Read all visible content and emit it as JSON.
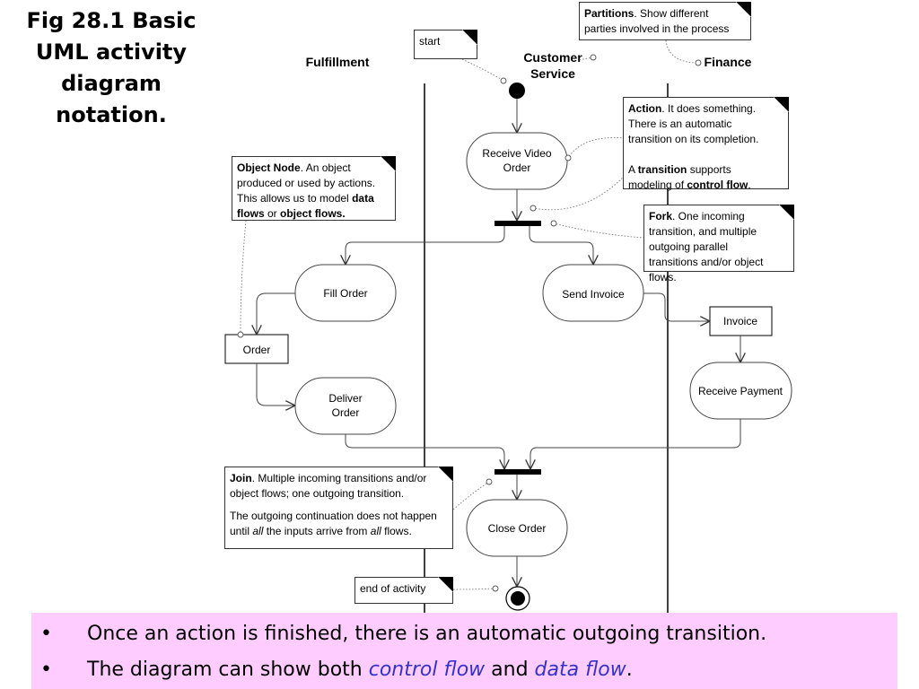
{
  "title": "Fig 28.1 Basic UML activity diagram notation.",
  "partitions": {
    "fulfillment": "Fulfillment",
    "customer_service_line1": "Customer",
    "customer_service_line2": "Service",
    "finance": "Finance"
  },
  "actions": {
    "receive_video_order_line1": "Receive Video",
    "receive_video_order_line2": "Order",
    "fill_order": "Fill Order",
    "send_invoice": "Send Invoice",
    "deliver_order_line1": "Deliver",
    "deliver_order_line2": "Order",
    "receive_payment": "Receive Payment",
    "close_order": "Close Order"
  },
  "objects": {
    "order": "Order",
    "invoice": "Invoice"
  },
  "notes": {
    "start": "start",
    "end_of_activity": "end of activity",
    "partitions": {
      "term": "Partitions",
      "text": ". Show different parties involved in the process"
    },
    "action": {
      "term": "Action",
      "text": ". It does something. There is an automatic transition on its completion.",
      "p2_prefix": "A ",
      "p2_term": "transition",
      "p2_mid": " supports modeling of ",
      "p2_term2": "control flow",
      "p2_end": "."
    },
    "object_node": {
      "term": "Object Node",
      "text": ". An object produced or used by actions. This allows us to model ",
      "term2": "data flows",
      "mid": " or ",
      "term3": "object flows."
    },
    "fork": {
      "term": "Fork",
      "text": ". One incoming transition, and multiple outgoing parallel transitions and/or object flows."
    },
    "join": {
      "term": "Join",
      "text": ". Multiple incoming transitions and/or object flows; one outgoing transition.",
      "p2_prefix": "The outgoing continuation does not happen until ",
      "p2_em": "all",
      "p2_mid": " the inputs arrive from ",
      "p2_em2": "all",
      "p2_end": " flows."
    }
  },
  "bullets": {
    "symbol": "•",
    "item1": "Once an action is finished, there is an automatic outgoing transition.",
    "item2_prefix": "The diagram can show both ",
    "item2_em1": "control flow",
    "item2_mid": " and ",
    "item2_em2": "data flow",
    "item2_end": "."
  }
}
